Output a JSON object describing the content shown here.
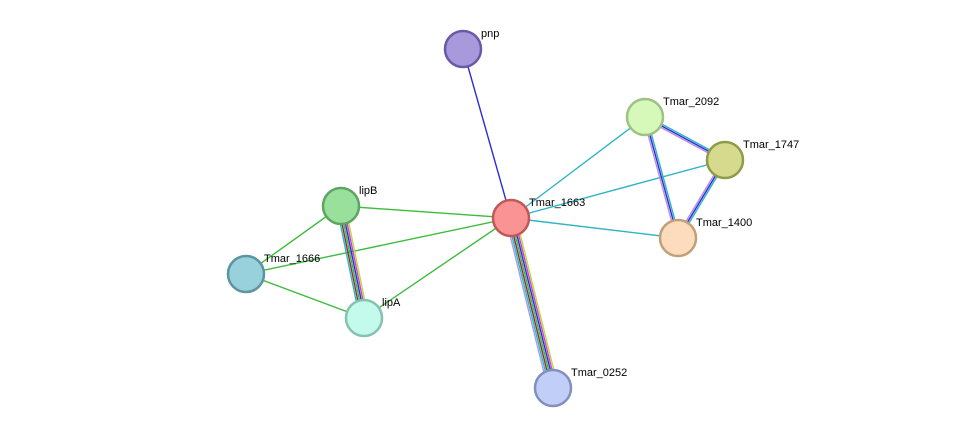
{
  "nodes": [
    {
      "id": "pnp",
      "label": "pnp",
      "fill": "#a898dc",
      "stroke": "#6a5aa6"
    },
    {
      "id": "Tmar_2092",
      "label": "Tmar_2092",
      "fill": "#d6f8b8",
      "stroke": "#9ec184"
    },
    {
      "id": "Tmar_1747",
      "label": "Tmar_1747",
      "fill": "#d6da8c",
      "stroke": "#8f9a4a"
    },
    {
      "id": "Tmar_1663",
      "label": "Tmar_1663",
      "fill": "#fa9494",
      "stroke": "#c05858"
    },
    {
      "id": "Tmar_1400",
      "label": "Tmar_1400",
      "fill": "#fcdcbc",
      "stroke": "#c39f78"
    },
    {
      "id": "lipB",
      "label": "lipB",
      "fill": "#98e09c",
      "stroke": "#5ea462"
    },
    {
      "id": "Tmar_1666",
      "label": "Tmar_1666",
      "fill": "#98d0dc",
      "stroke": "#5c94a2"
    },
    {
      "id": "lipA",
      "label": "lipA",
      "fill": "#c4faec",
      "stroke": "#86c2b2"
    },
    {
      "id": "Tmar_0252",
      "label": "Tmar_0252",
      "fill": "#c0cef8",
      "stroke": "#8290c0"
    }
  ],
  "edges": [
    {
      "source": "pnp",
      "target": "Tmar_1663",
      "colors": [
        "#2c2cd8"
      ]
    },
    {
      "source": "Tmar_2092",
      "target": "Tmar_1663",
      "colors": [
        "#2eb4c4"
      ]
    },
    {
      "source": "Tmar_1747",
      "target": "Tmar_1663",
      "colors": [
        "#2eb4c4"
      ]
    },
    {
      "source": "Tmar_1400",
      "target": "Tmar_1663",
      "colors": [
        "#2eb4c4"
      ]
    },
    {
      "source": "lipB",
      "target": "Tmar_1663",
      "colors": [
        "#3cbc3c"
      ]
    },
    {
      "source": "Tmar_1666",
      "target": "Tmar_1663",
      "colors": [
        "#3cbc3c"
      ]
    },
    {
      "source": "lipA",
      "target": "Tmar_1663",
      "colors": [
        "#3cbc3c"
      ]
    },
    {
      "source": "Tmar_1666",
      "target": "lipB",
      "colors": [
        "#3cbc3c"
      ]
    },
    {
      "source": "Tmar_1666",
      "target": "lipA",
      "colors": [
        "#3cbc3c"
      ]
    },
    {
      "source": "Tmar_2092",
      "target": "Tmar_1747",
      "colors": [
        "#2eb4c4",
        "#2c2cd8",
        "#bc8cd8"
      ]
    },
    {
      "source": "Tmar_2092",
      "target": "Tmar_1400",
      "colors": [
        "#2eb4c4",
        "#2c2cd8",
        "#bc8cd8"
      ]
    },
    {
      "source": "Tmar_1747",
      "target": "Tmar_1400",
      "colors": [
        "#2eb4c4",
        "#2c2cd8",
        "#bc8cd8"
      ]
    },
    {
      "source": "lipB",
      "target": "lipA",
      "colors": [
        "#bcdc3c",
        "#cc44cc",
        "#2c2cd8",
        "#3cbc3c",
        "#8c3030",
        "#2eb4c4"
      ]
    },
    {
      "source": "Tmar_1663",
      "target": "Tmar_0252",
      "colors": [
        "#bcdc3c",
        "#cc44cc",
        "#2c2cd8",
        "#3cbc3c",
        "#8c3030",
        "#2eb4c4",
        "#a0a0e8"
      ]
    }
  ]
}
